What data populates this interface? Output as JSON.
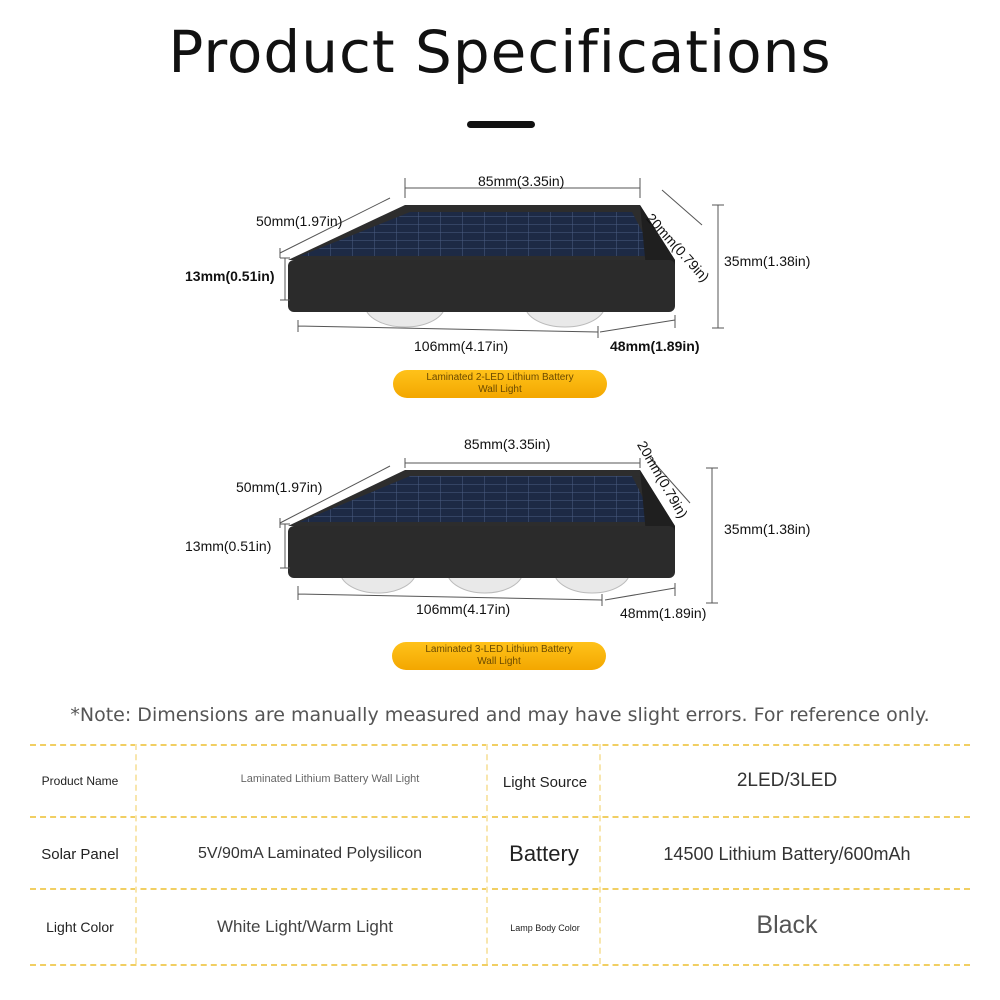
{
  "title": "Product Specifications",
  "diagrams": [
    {
      "dims": {
        "top": "85mm(3.35in)",
        "side_top": "20mm(0.79in)",
        "left_depth": "50mm(1.97in)",
        "left_height": "13mm(0.51in)",
        "right_height": "35mm(1.38in)",
        "bottom_width": "106mm(4.17in)",
        "bottom_depth": "48mm(1.89in)"
      },
      "badge_line1": "Laminated 2-LED Lithium Battery",
      "badge_line2": "Wall Light",
      "led_count": 2
    },
    {
      "dims": {
        "top": "85mm(3.35in)",
        "side_top": "20mm(0.79in)",
        "left_depth": "50mm(1.97in)",
        "left_height": "13mm(0.51in)",
        "right_height": "35mm(1.38in)",
        "bottom_width": "106mm(4.17in)",
        "bottom_depth": "48mm(1.89in)"
      },
      "badge_line1": "Laminated 3-LED Lithium Battery",
      "badge_line2": "Wall Light",
      "led_count": 3
    }
  ],
  "note": "*Note: Dimensions are manually measured and may have slight errors. For reference only.",
  "specs": {
    "product_name_label": "Product Name",
    "product_name_value": "Laminated Lithium Battery Wall Light",
    "light_source_label": "Light Source",
    "light_source_value": "2LED/3LED",
    "solar_panel_label": "Solar Panel",
    "solar_panel_value": "5V/90mA Laminated Polysilicon",
    "battery_label": "Battery",
    "battery_value": "14500 Lithium Battery/600mAh",
    "light_color_label": "Light Color",
    "light_color_value": "White Light/Warm Light",
    "lamp_body_color_label": "Lamp Body Color",
    "lamp_body_color_value": "Black"
  },
  "colors": {
    "badge": "#f5ad00",
    "table_dash": "#f1cf63",
    "body": "#2b2b2b",
    "panel": "#1d2a45"
  }
}
